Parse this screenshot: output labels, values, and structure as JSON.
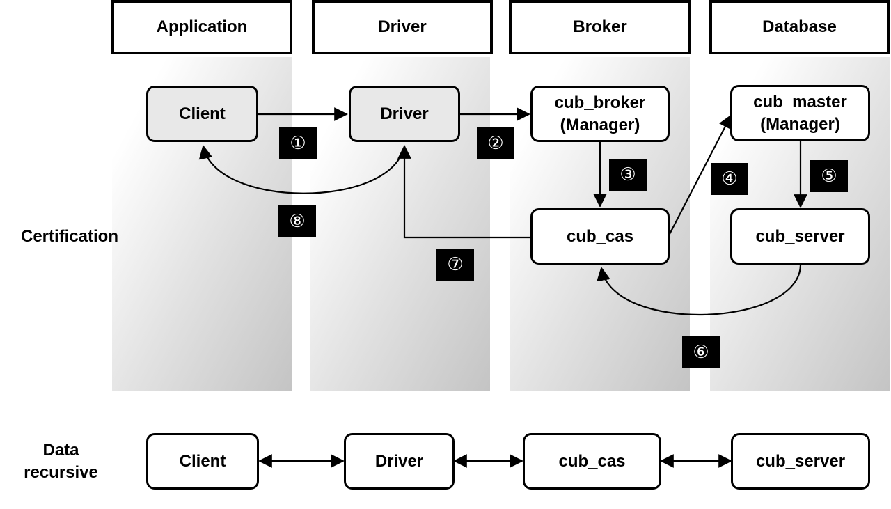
{
  "headers": {
    "application": "Application",
    "driver": "Driver",
    "broker": "Broker",
    "database": "Database"
  },
  "sections": {
    "certification": "Certification",
    "data_recursive_line1": "Data",
    "data_recursive_line2": "recursive"
  },
  "certification_nodes": {
    "client": "Client",
    "driver": "Driver",
    "cub_broker": "cub_broker",
    "cub_broker_sub": "(Manager)",
    "cub_master": "cub_master",
    "cub_master_sub": "(Manager)",
    "cub_cas": "cub_cas",
    "cub_server": "cub_server"
  },
  "steps": [
    "①",
    "②",
    "③",
    "④",
    "⑤",
    "⑥",
    "⑦",
    "⑧"
  ],
  "data_nodes": {
    "client": "Client",
    "driver": "Driver",
    "cub_cas": "cub_cas",
    "cub_server": "cub_server"
  }
}
